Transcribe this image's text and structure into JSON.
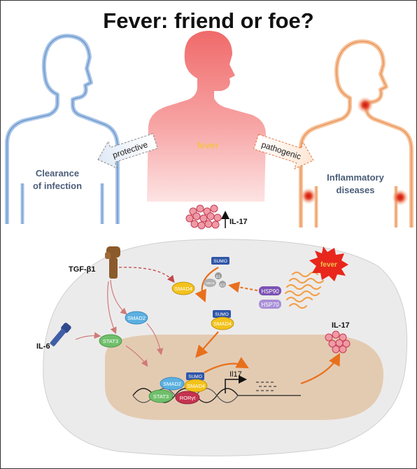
{
  "title": "Fever: friend or foe?",
  "people": {
    "left_label_1": "Clearance",
    "left_label_2": "of infection",
    "center_label": "fever",
    "right_label_1": "Inflammatory",
    "right_label_2": "diseases"
  },
  "arrows": {
    "protective": "protective",
    "pathogenic": "pathogenic"
  },
  "il17_top": "IL-17",
  "cell": {
    "tgf": "TGF-β1",
    "il6": "IL-6",
    "smad2_cyto": "SMAD2",
    "stat3_cyto": "STAT3",
    "sumo_1": "SUMO",
    "smad4_1": "SMAD4",
    "e1": "E1",
    "ubc9": "UBC9",
    "e3": "E3",
    "hsp90": "HSP90",
    "hsp70": "HSP70",
    "sumo_2": "SUMO",
    "smad4_2": "SMAD4",
    "fever_burst": "fever",
    "il17_right": "IL-17",
    "smad2_nuc": "SMAD2",
    "sumo_nuc": "SUMO",
    "smad4_nuc": "SMAD4",
    "stat3_nuc": "STAT3",
    "rorgt": "RORγt",
    "gene": "Il17"
  },
  "colors": {
    "protective_blue": "#a9c6e8",
    "fever_red": "#f06a6a",
    "pathogenic_orange": "#f4a463",
    "smad_yellow": "#f3c21b",
    "stat_green": "#6fbf6b",
    "sumo_blue": "#2f56a8",
    "hsp_purple": "#7b52b3",
    "ror_red": "#c4334f",
    "arrow_orange": "#e8701c"
  }
}
